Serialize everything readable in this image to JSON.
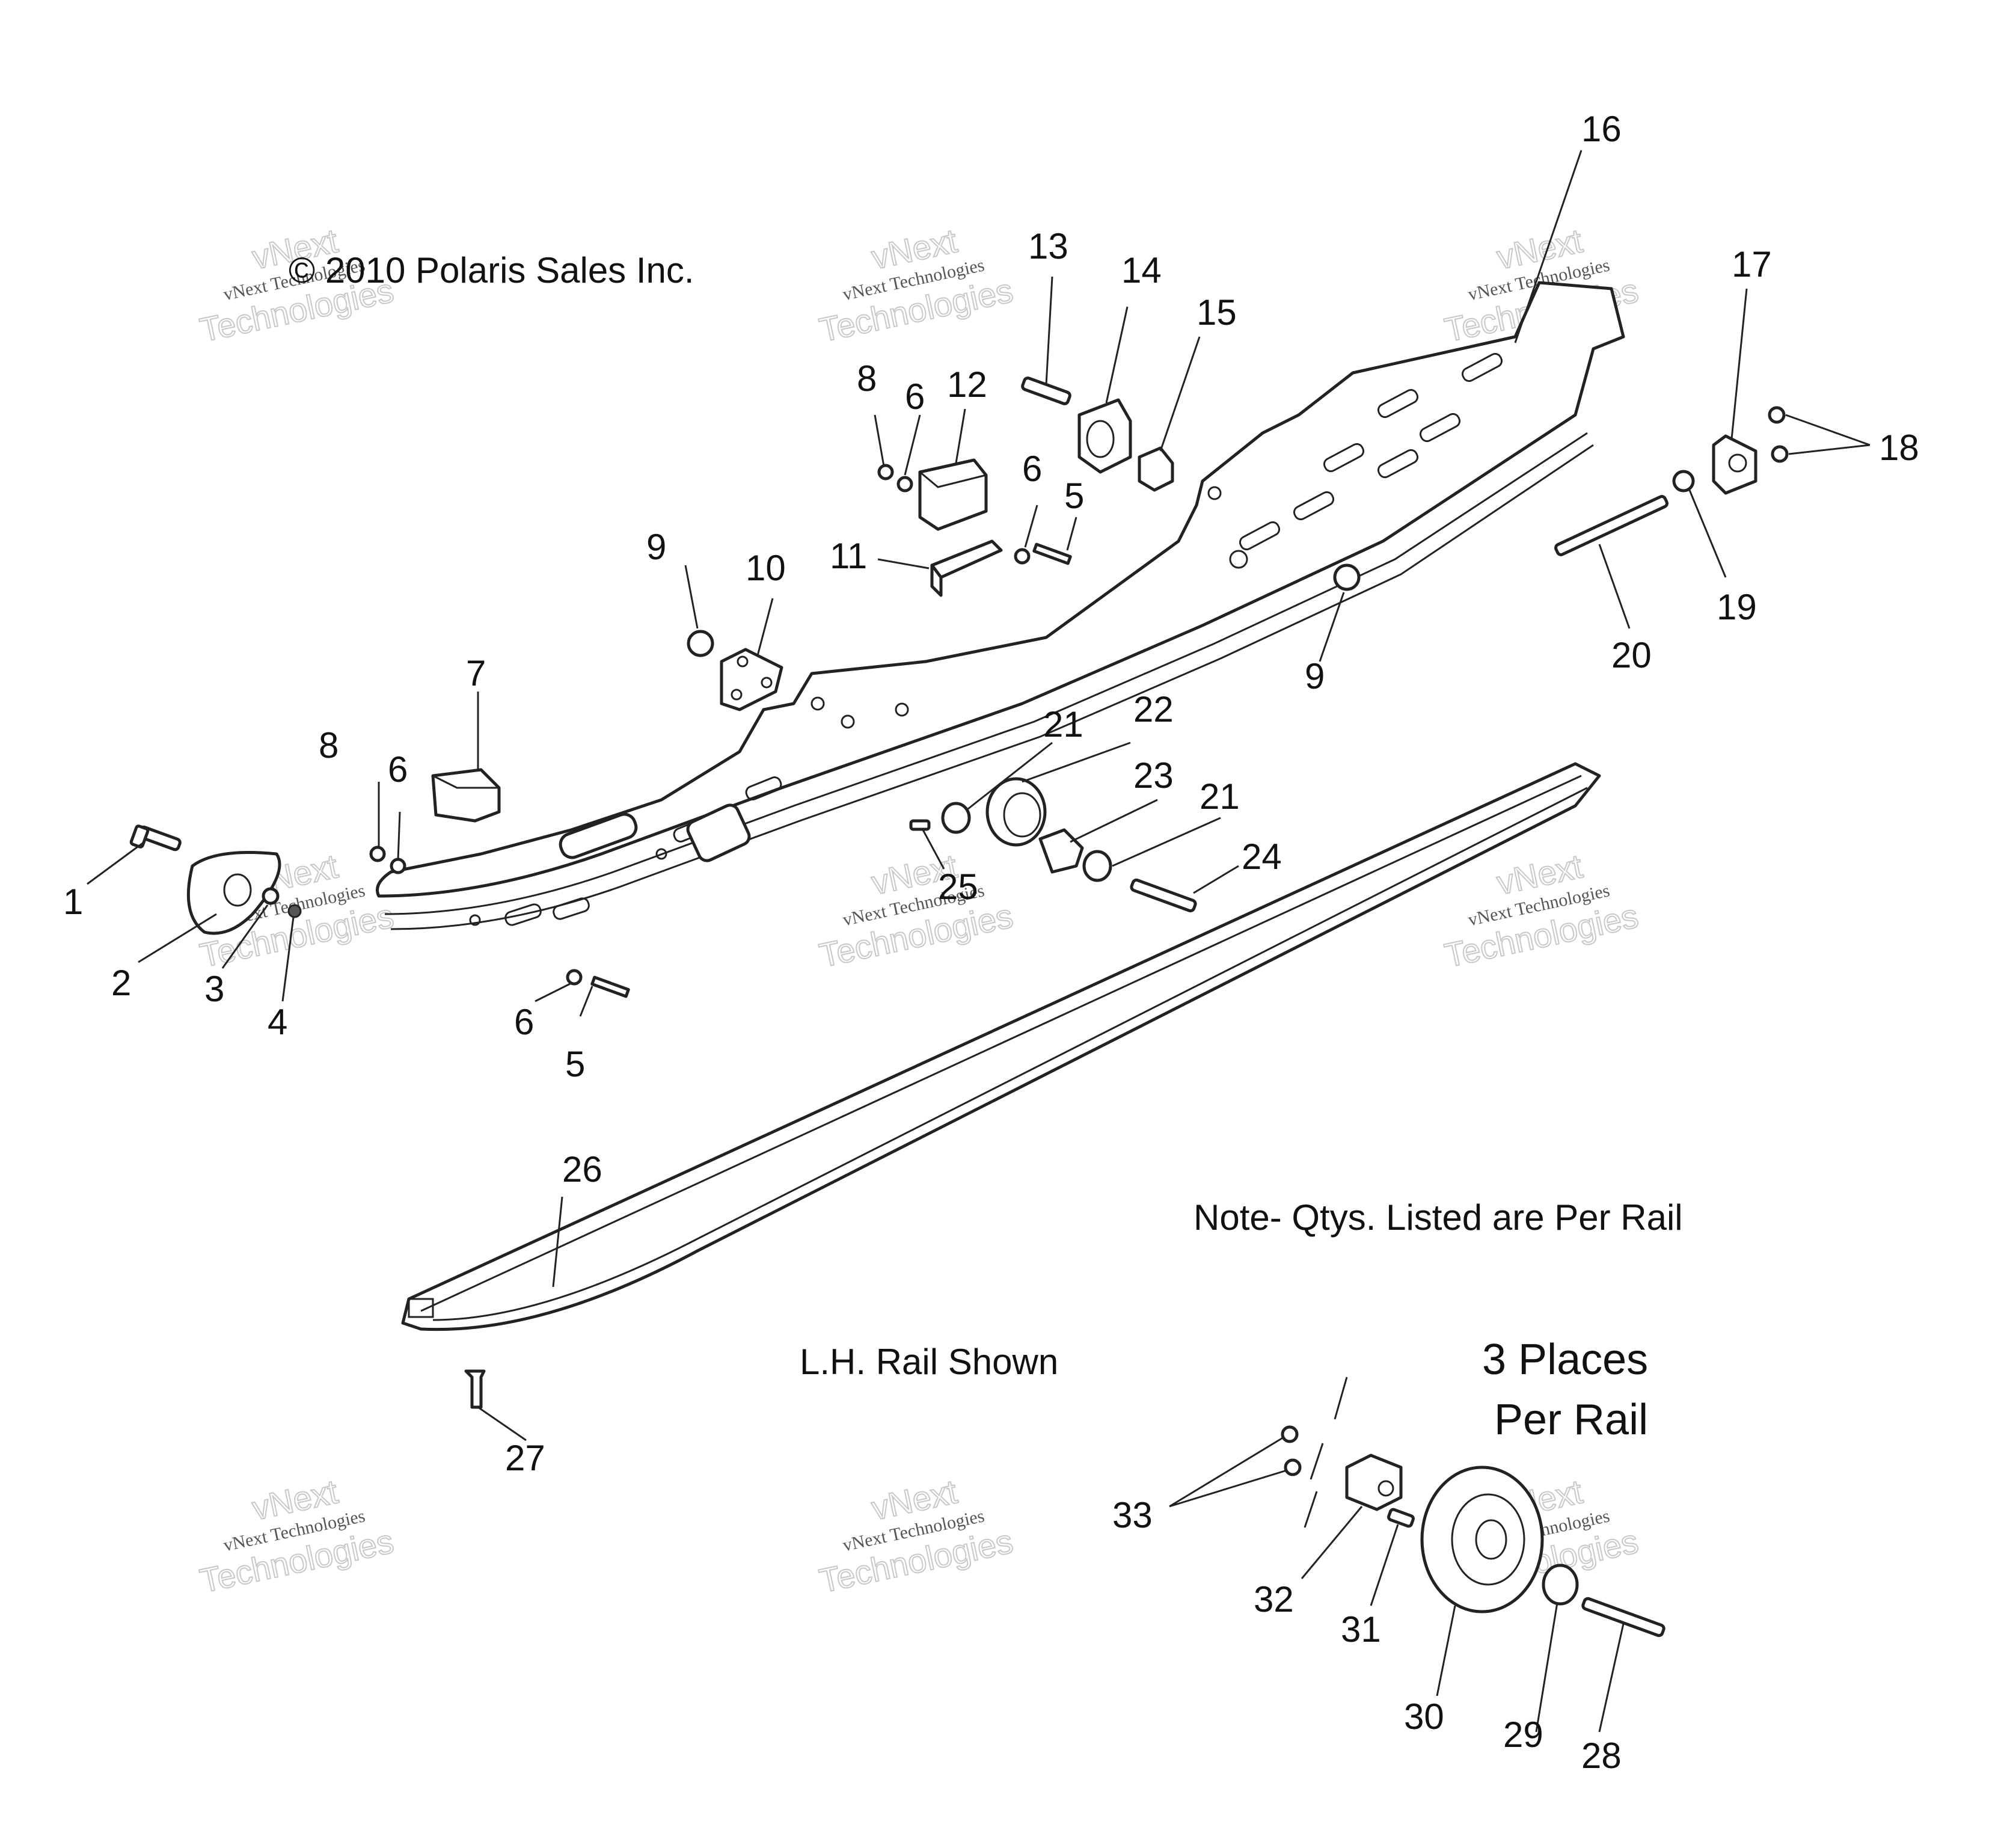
{
  "copyright": "© 2010 Polaris Sales Inc.",
  "notes": {
    "qty_note": "Note- Qtys. Listed are Per Rail",
    "rail_shown": "L.H. Rail Shown",
    "places_line1": "3 Places",
    "places_line2": "Per Rail"
  },
  "watermark": {
    "line1": "vNext Technologies",
    "line2": "vNext",
    "line3": "Technologies"
  },
  "callouts": {
    "c1": "1",
    "c2": "2",
    "c3": "3",
    "c4": "4",
    "c5a": "5",
    "c5b": "5",
    "c6a": "6",
    "c6b": "6",
    "c6c": "6",
    "c6d": "6",
    "c7": "7",
    "c8a": "8",
    "c8b": "8",
    "c9a": "9",
    "c9b": "9",
    "c10": "10",
    "c11": "11",
    "c12": "12",
    "c13": "13",
    "c14": "14",
    "c15": "15",
    "c16": "16",
    "c17": "17",
    "c18": "18",
    "c19": "19",
    "c20": "20",
    "c21a": "21",
    "c21b": "21",
    "c22": "22",
    "c23": "23",
    "c24": "24",
    "c25": "25",
    "c26": "26",
    "c27": "27",
    "c28": "28",
    "c29": "29",
    "c30": "30",
    "c31": "31",
    "c32": "32",
    "c33": "33"
  }
}
